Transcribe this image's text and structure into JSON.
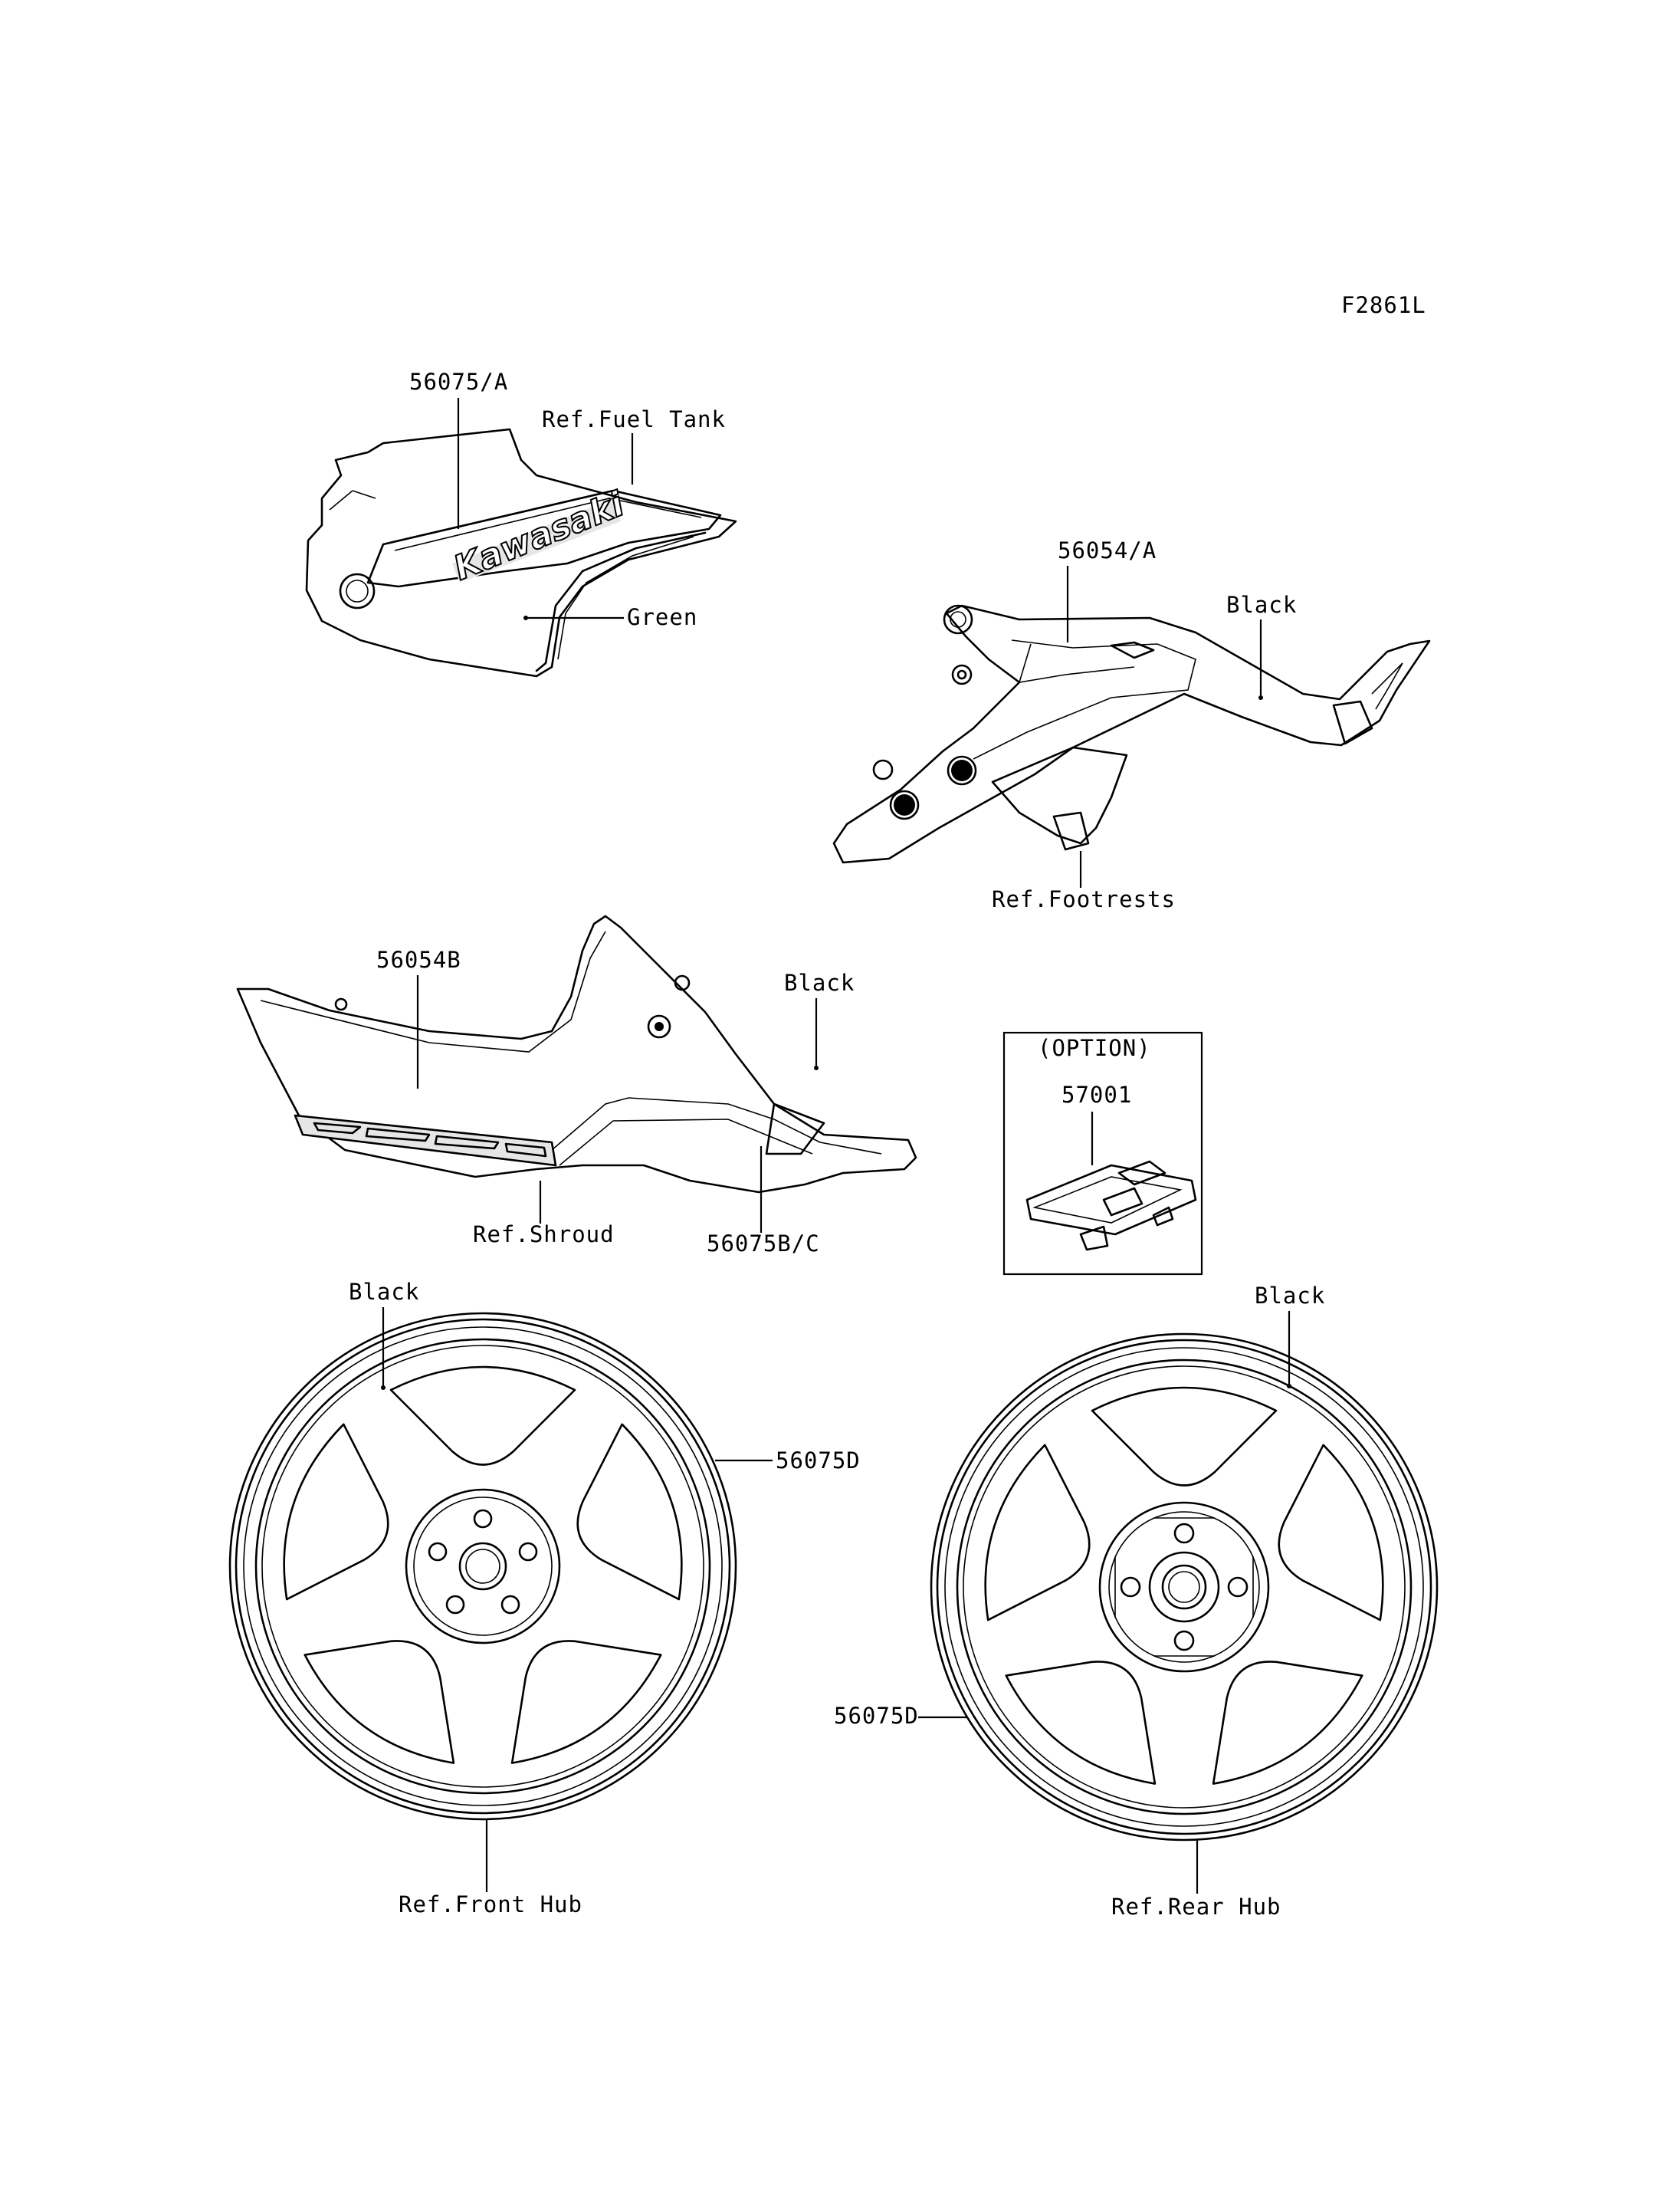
{
  "figure_id": "F2861L",
  "labels": {
    "tank_part": "56075/A",
    "tank_ref": "Ref.Fuel Tank",
    "tank_color": "Green",
    "tank_logo": "Kawasaki",
    "frame_part": "56054/A",
    "frame_color": "Black",
    "frame_ref": "Ref.Footrests",
    "shroud_part_a": "56054B",
    "shroud_color": "Black",
    "shroud_ref": "Ref.Shroud",
    "shroud_part_b": "56075B/C",
    "option_title": "(OPTION)",
    "option_part": "57001",
    "front_color": "Black",
    "front_part": "56075D",
    "front_ref": "Ref.Front Hub",
    "rear_color": "Black",
    "rear_part": "56075D",
    "rear_ref": "Ref.Rear Hub"
  }
}
